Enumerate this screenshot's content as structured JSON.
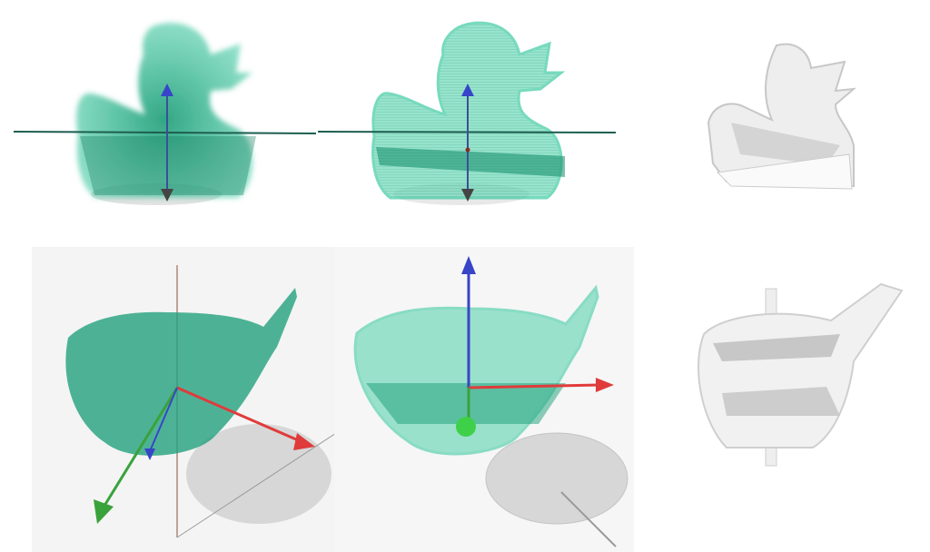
{
  "figure": {
    "rows": [
      {
        "name": "side-view",
        "panels": [
          {
            "id": "duck-side-smooth",
            "style": "translucent-solid",
            "color": "#1fb58a"
          },
          {
            "id": "duck-side-voxel",
            "style": "translucent-voxel",
            "color": "#2fc79a"
          },
          {
            "id": "duck-side-cutaway",
            "style": "grey-voxel-cutaway",
            "color": "#d9d9d9"
          }
        ]
      },
      {
        "name": "perspective-view",
        "panels": [
          {
            "id": "duck-persp-smooth",
            "style": "translucent-solid",
            "color": "#1fa882"
          },
          {
            "id": "duck-persp-voxel",
            "style": "translucent-voxel",
            "color": "#2fc79a"
          },
          {
            "id": "duck-persp-cutaway",
            "style": "grey-voxel-cutaway",
            "color": "#d9d9d9"
          }
        ]
      }
    ],
    "axis_colors": {
      "x": "#e03b3b",
      "y": "#3aa23a",
      "z": "#3845c8",
      "down": "#444444"
    },
    "icons": [
      "arrow-up-icon",
      "arrow-down-icon",
      "axis-x-icon",
      "axis-y-icon",
      "axis-z-icon",
      "origin-sphere-icon"
    ]
  }
}
